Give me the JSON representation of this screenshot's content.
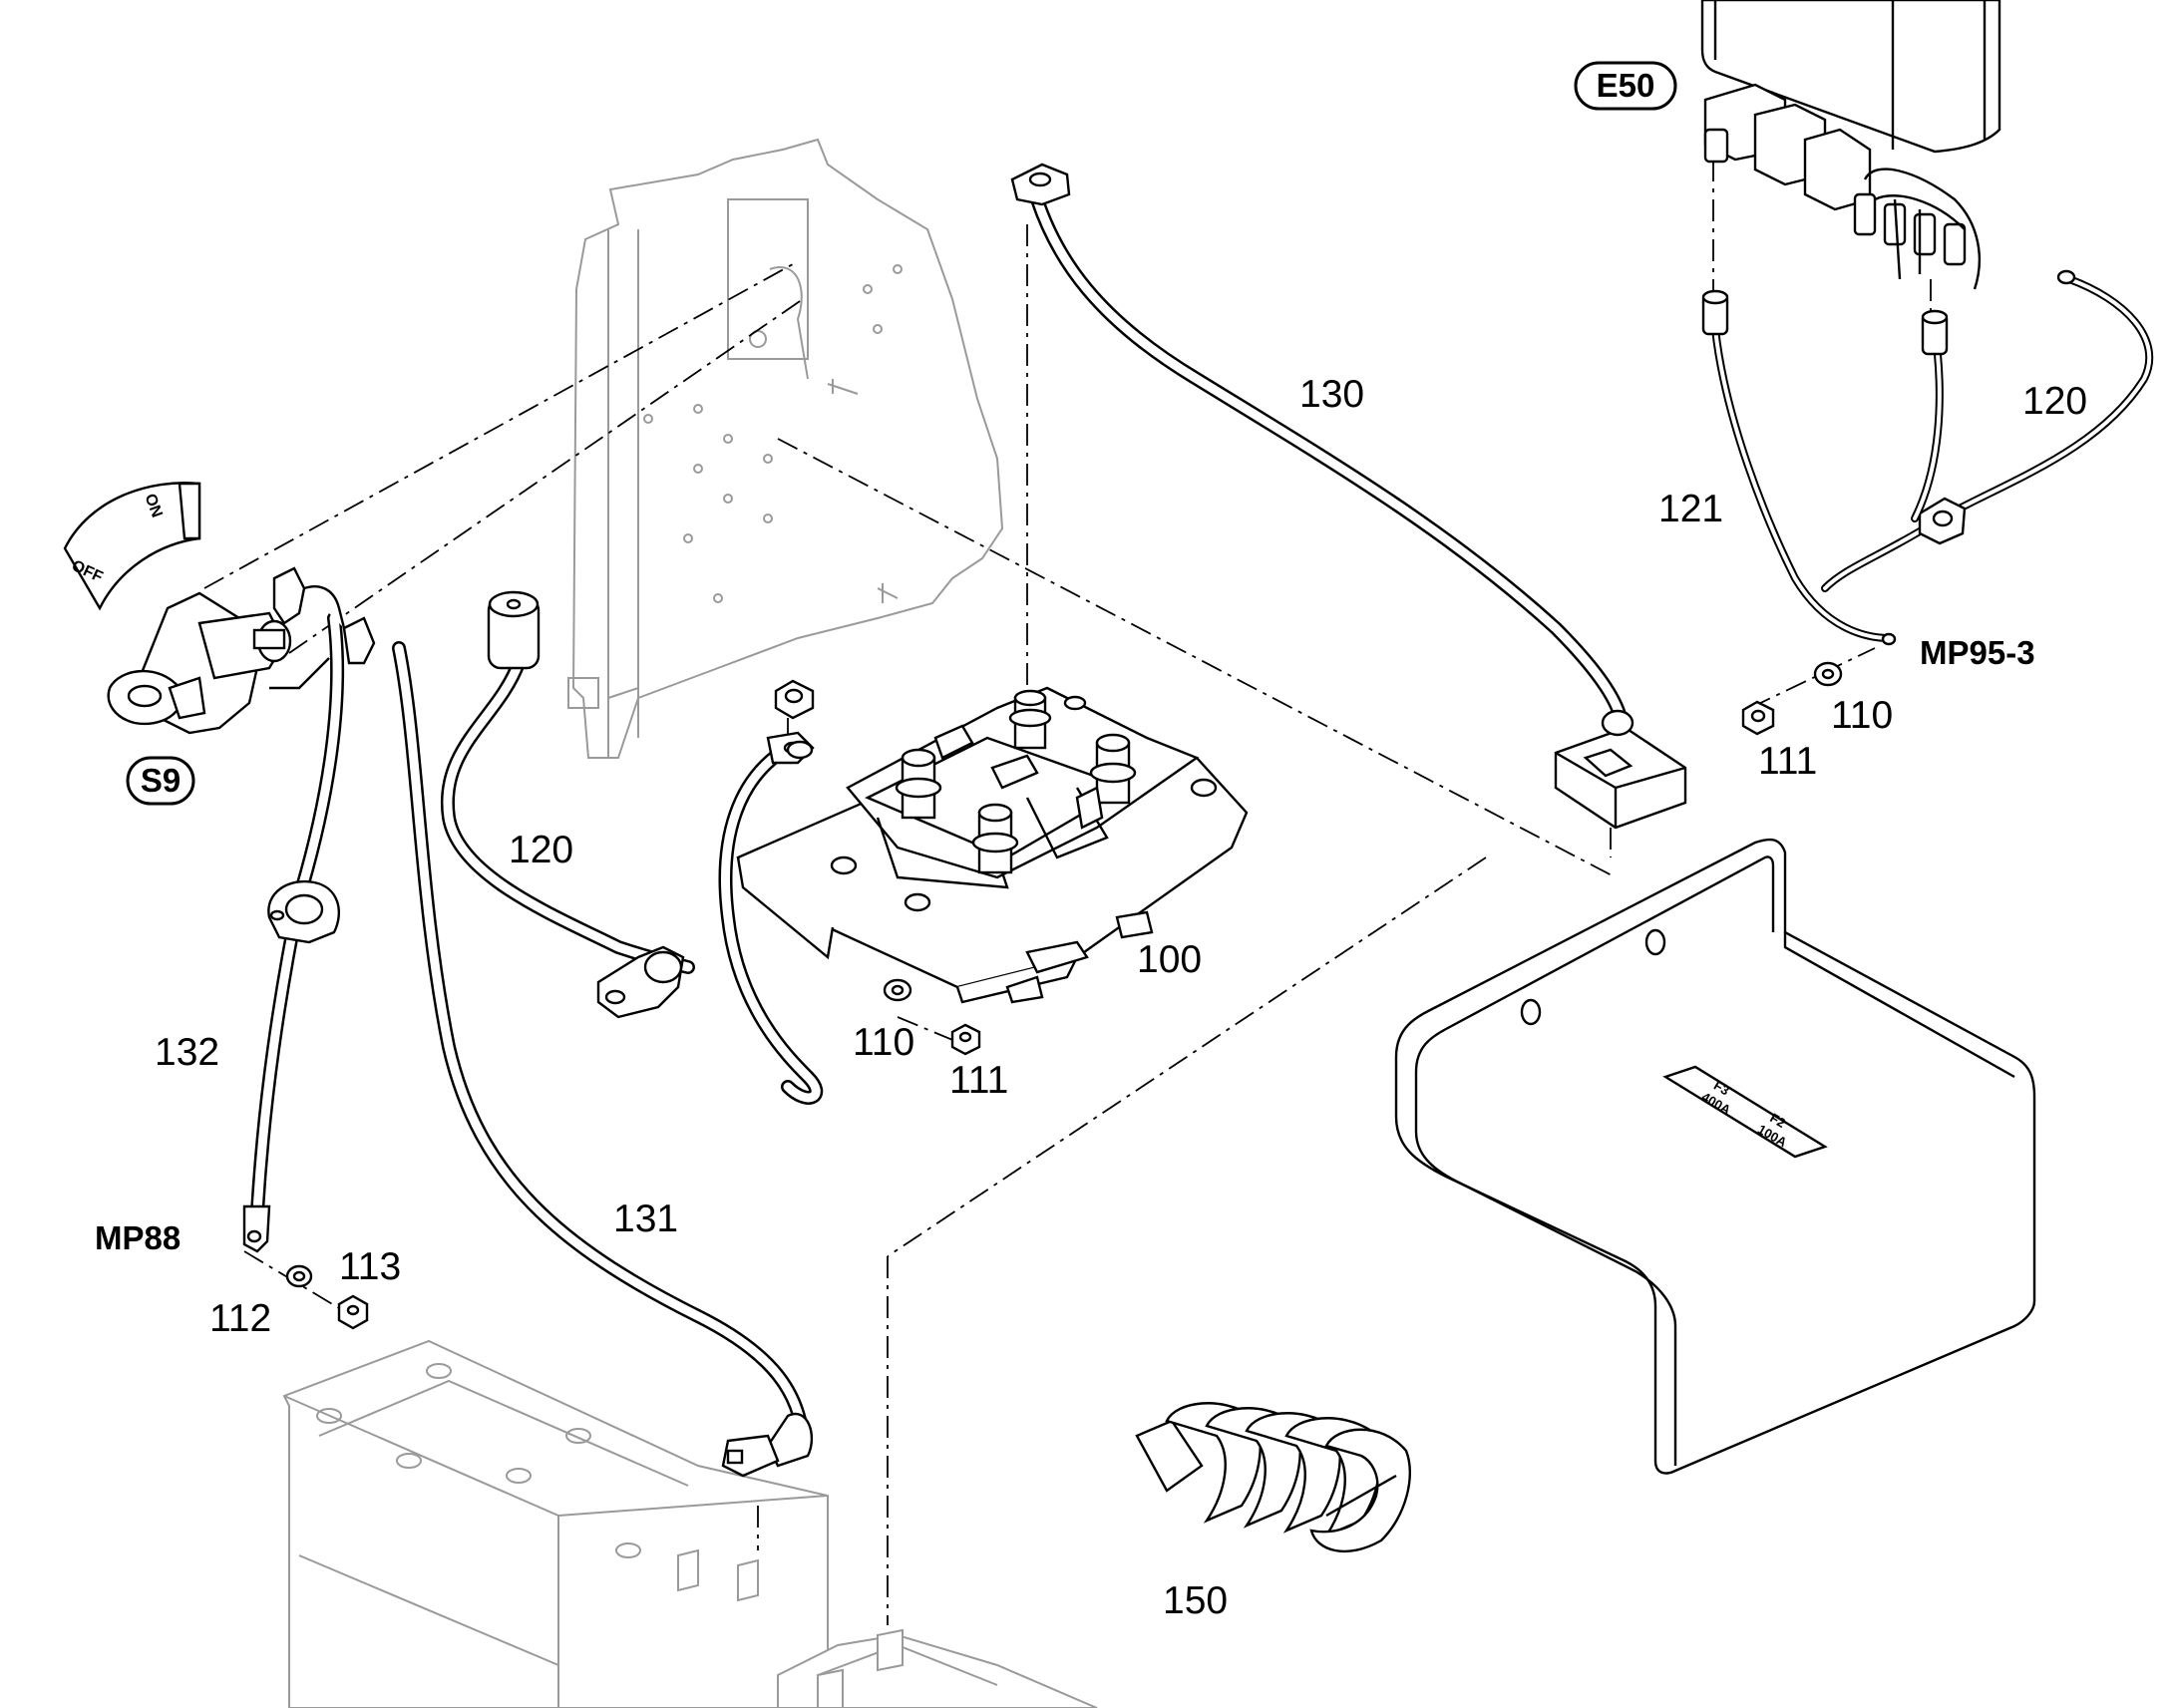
{
  "callouts": {
    "c130": "130",
    "c120_top": "120",
    "c121": "121",
    "mp95_3": "MP95-3",
    "c110_right": "110",
    "c111_right": "111",
    "c120_left": "120",
    "c100": "100",
    "c110_mid": "110",
    "c111_mid": "111",
    "c132": "132",
    "mp88": "MP88",
    "c113": "113",
    "c112": "112",
    "c131": "131",
    "c150": "150"
  },
  "badges": {
    "s9": "S9",
    "e50": "E50"
  },
  "switch_plate": {
    "on": "ON",
    "off": "OFF"
  },
  "fuse_cover_label": {
    "f3": "F3",
    "f3_rating": "400A",
    "f2": "F2",
    "f2_rating": "100A"
  }
}
